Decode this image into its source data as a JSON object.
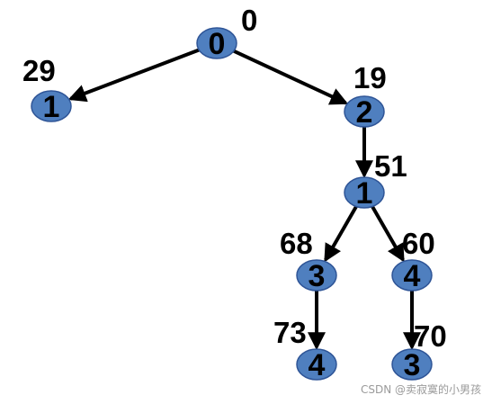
{
  "diagram": {
    "colors": {
      "node_fill": "#4f7fbf",
      "node_stroke": "#2f5597",
      "edge": "#000000",
      "text": "#000000"
    },
    "nodes": [
      {
        "id": "n0",
        "label": "0",
        "cost": "0"
      },
      {
        "id": "n1",
        "label": "1",
        "cost": "29"
      },
      {
        "id": "n2",
        "label": "2",
        "cost": "19"
      },
      {
        "id": "n3",
        "label": "1",
        "cost": "51"
      },
      {
        "id": "n4",
        "label": "3",
        "cost": "68"
      },
      {
        "id": "n5",
        "label": "4",
        "cost": "60"
      },
      {
        "id": "n6",
        "label": "4",
        "cost": "73"
      },
      {
        "id": "n7",
        "label": "3",
        "cost": "70"
      }
    ],
    "edges": [
      {
        "from": "n0",
        "to": "n1"
      },
      {
        "from": "n0",
        "to": "n2"
      },
      {
        "from": "n2",
        "to": "n3"
      },
      {
        "from": "n3",
        "to": "n4"
      },
      {
        "from": "n3",
        "to": "n5"
      },
      {
        "from": "n4",
        "to": "n6"
      },
      {
        "from": "n5",
        "to": "n7"
      }
    ]
  },
  "watermark": "CSDN @卖寂寞的小男孩"
}
